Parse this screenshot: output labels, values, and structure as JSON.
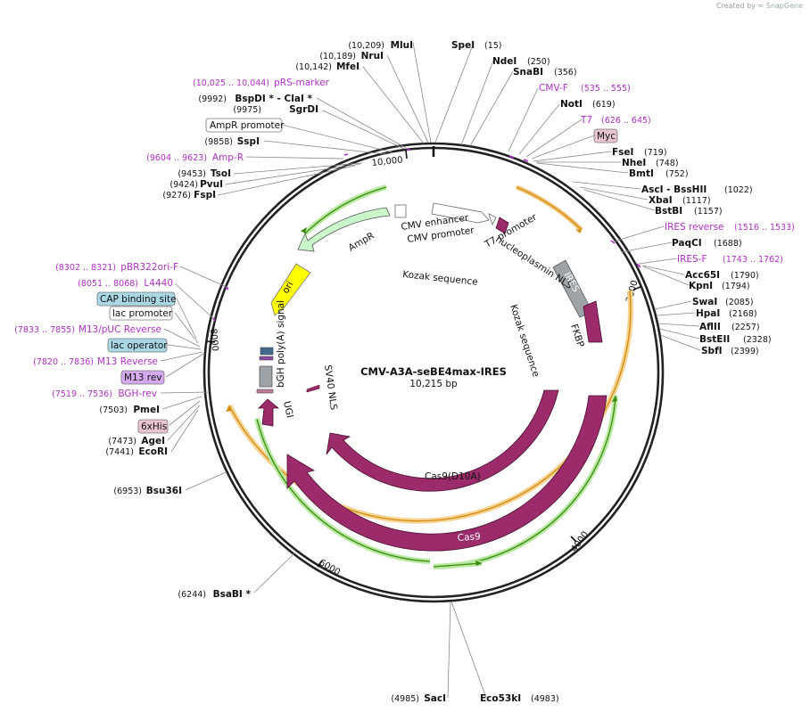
{
  "credit": {
    "prefix": "Created by",
    "brand": "SnapGene"
  },
  "plasmid": {
    "name": "CMV-A3A-seBE4max-IRES",
    "length_label": "10,215 bp",
    "length": 10215
  },
  "ticks": [
    {
      "bp": 2000,
      "label": "2000"
    },
    {
      "bp": 4000,
      "label": "4000"
    },
    {
      "bp": 6000,
      "label": "6000"
    },
    {
      "bp": 8000,
      "label": "8000"
    },
    {
      "bp": 10000,
      "label": "10,000"
    }
  ],
  "enzymes_right": [
    {
      "name": "SpeI",
      "pos": "(15)",
      "bp": 15
    },
    {
      "name": "NdeI",
      "pos": "(250)",
      "bp": 250
    },
    {
      "name": "SnaBI",
      "pos": "(356)",
      "bp": 356
    },
    {
      "name": "NotI",
      "pos": "(619)",
      "bp": 619
    },
    {
      "name": "FseI",
      "pos": "(719)",
      "bp": 719
    },
    {
      "name": "NheI",
      "pos": "(748)",
      "bp": 748
    },
    {
      "name": "BmtI",
      "pos": "(752)",
      "bp": 752
    },
    {
      "name": "AscI - BssHII",
      "pos": "(1022)",
      "bp": 1022
    },
    {
      "name": "XbaI",
      "pos": "(1117)",
      "bp": 1117
    },
    {
      "name": "BstBI",
      "pos": "(1157)",
      "bp": 1157
    },
    {
      "name": "PaqCI",
      "pos": "(1688)",
      "bp": 1688
    },
    {
      "name": "Acc65I",
      "pos": "(1790)",
      "bp": 1790
    },
    {
      "name": "KpnI",
      "pos": "(1794)",
      "bp": 1794
    },
    {
      "name": "SwaI",
      "pos": "(2085)",
      "bp": 2085
    },
    {
      "name": "HpaI",
      "pos": "(2168)",
      "bp": 2168
    },
    {
      "name": "AflII",
      "pos": "(2257)",
      "bp": 2257
    },
    {
      "name": "BstEII",
      "pos": "(2328)",
      "bp": 2328
    },
    {
      "name": "SbfI",
      "pos": "(2399)",
      "bp": 2399
    },
    {
      "name": "Eco53kI",
      "pos": "(4983)",
      "bp": 4983
    }
  ],
  "enzymes_left": [
    {
      "name": "MluI",
      "pos": "(10,209)",
      "bp": 10209
    },
    {
      "name": "NruI",
      "pos": "(10,189)",
      "bp": 10189
    },
    {
      "name": "MfeI",
      "pos": "(10,142)",
      "bp": 10142
    },
    {
      "name": "BspDI * - ClaI *",
      "pos": "(9992)",
      "bp": 9992
    },
    {
      "name": "SgrDI",
      "pos": "(9975)",
      "bp": 9975
    },
    {
      "name": "SspI",
      "pos": "(9858)",
      "bp": 9858
    },
    {
      "name": "TsoI",
      "pos": "(9453)",
      "bp": 9453
    },
    {
      "name": "PvuI",
      "pos": "(9424)",
      "bp": 9424
    },
    {
      "name": "FspI",
      "pos": "(9276)",
      "bp": 9276
    },
    {
      "name": "PmeI",
      "pos": "(7503)",
      "bp": 7503
    },
    {
      "name": "AgeI",
      "pos": "(7473)",
      "bp": 7473
    },
    {
      "name": "EcoRI",
      "pos": "(7441)",
      "bp": 7441
    },
    {
      "name": "Bsu36I",
      "pos": "(6953)",
      "bp": 6953
    },
    {
      "name": "BsaBI *",
      "pos": "(6244)",
      "bp": 6244
    },
    {
      "name": "SacI",
      "pos": "(4985)",
      "bp": 4985
    }
  ],
  "primers_right": [
    {
      "name": "CMV-F",
      "pos": "(535 .. 555)",
      "bp": 545
    },
    {
      "name": "T7",
      "pos": "(626 .. 645)",
      "bp": 635
    },
    {
      "name": "IRES reverse",
      "pos": "(1516 .. 1533)",
      "bp": 1524
    },
    {
      "name": "IRES-F",
      "pos": "(1743 .. 1762)",
      "bp": 1752
    }
  ],
  "primers_left": [
    {
      "name": "pRS-marker",
      "pos": "(10,025 .. 10,044)",
      "bp": 10034
    },
    {
      "name": "Amp-R",
      "pos": "(9604 .. 9623)",
      "bp": 9613
    },
    {
      "name": "pBR322ori-F",
      "pos": "(8302 .. 8321)",
      "bp": 8311
    },
    {
      "name": "L4440",
      "pos": "(8051 .. 8068)",
      "bp": 8060
    },
    {
      "name": "M13/pUC Reverse",
      "pos": "(7833 .. 7855)",
      "bp": 7844
    },
    {
      "name": "M13 Reverse",
      "pos": "(7820 .. 7836)",
      "bp": 7828
    },
    {
      "name": "BGH-rev",
      "pos": "(7519 .. 7536)",
      "bp": 7527
    }
  ],
  "boxed_labels": [
    {
      "name": "AmpR promoter",
      "style": "white"
    },
    {
      "name": "Myc",
      "style": "pink"
    },
    {
      "name": "CAP binding site",
      "style": "blue"
    },
    {
      "name": "lac promoter",
      "style": "white"
    },
    {
      "name": "lac operator",
      "style": "blue"
    },
    {
      "name": "M13 rev",
      "style": "violet"
    },
    {
      "name": "6xHis",
      "style": "pink"
    }
  ],
  "features": [
    {
      "name": "CMV enhancer",
      "color": "#ffffff"
    },
    {
      "name": "CMV promoter",
      "color": "#ffffff"
    },
    {
      "name": "T7 promoter",
      "color": "#ffffff"
    },
    {
      "name": "nucleoplasmin NLS",
      "color": "#9b2b6a"
    },
    {
      "name": "Kozak sequence",
      "color": "#ffffff"
    },
    {
      "name": "IRES",
      "color": "#9ea3a8"
    },
    {
      "name": "FKBP",
      "color": "#9b2b6a"
    },
    {
      "name": "Kozak sequence",
      "color": "#ffffff"
    },
    {
      "name": "AmpR",
      "color": "#c9f7c9"
    },
    {
      "name": "ori",
      "color": "#ffff00"
    },
    {
      "name": "bGH poly(A) signal",
      "color": "#9ea3a8"
    },
    {
      "name": "SV40 NLS",
      "color": "#9b2b6a"
    },
    {
      "name": "UGI",
      "color": "#9b2b6a"
    },
    {
      "name": "Cas9(D10A)",
      "color": "#9b2b6a"
    },
    {
      "name": "Cas9",
      "color": "#9b2b6a"
    }
  ],
  "colors": {
    "cds": "#9b2b6a",
    "primer": "#b030c8",
    "orange": "#f0a030",
    "green": "#55aa22",
    "ampr": "#c9f7c9",
    "ori": "#ffff00",
    "grey": "#9ea3a8"
  }
}
